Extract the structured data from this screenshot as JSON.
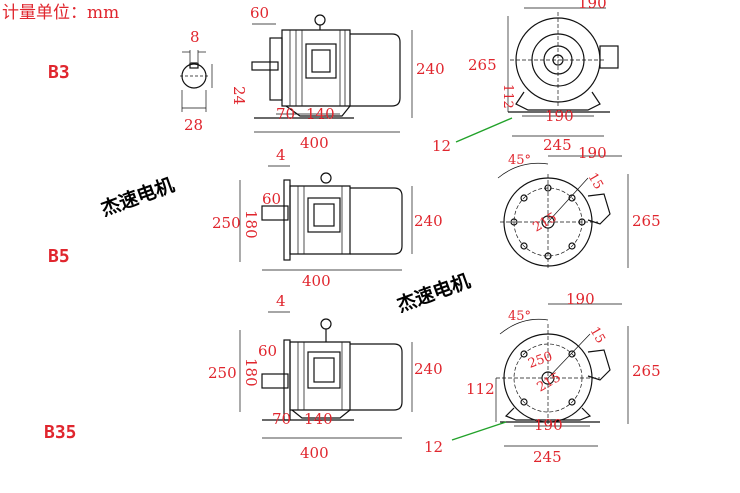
{
  "unit_label": "计量单位：mm",
  "mount_labels": {
    "b3": "B3",
    "b5": "B5",
    "b35": "B35"
  },
  "brand_watermarks": [
    "杰速电机",
    "杰速电机"
  ],
  "b3": {
    "shaft_key_width": "8",
    "shaft_key_height": "24",
    "shaft_diameter": "28",
    "shaft_length": "60",
    "foot_offset": "70",
    "foot_span": "140",
    "total_length": "400",
    "height": "240",
    "end_top_width": "190",
    "end_height": "265",
    "centre_height": "112",
    "foot_width": "190",
    "base_width": "245",
    "bolt": "12"
  },
  "b5": {
    "flange_thickness": "4",
    "flange_diameter": "250",
    "spigot_diameter": "180",
    "shaft_length": "60",
    "total_length": "400",
    "height": "240",
    "angle": "45°",
    "end_top_width": "190",
    "hole_diameter": "15",
    "pcd": "215",
    "end_height": "265"
  },
  "b35": {
    "flange_thickness": "4",
    "flange_diameter": "250",
    "spigot_diameter": "180",
    "shaft_length": "60",
    "foot_offset": "70",
    "foot_span": "140",
    "total_length": "400",
    "height": "240",
    "angle": "45°",
    "end_top_width": "190",
    "hole_diameter": "15",
    "flange_circle": "250",
    "pcd": "215",
    "centre_height": "112",
    "foot_width": "190",
    "base_width": "245",
    "end_height": "265",
    "bolt": "12"
  }
}
